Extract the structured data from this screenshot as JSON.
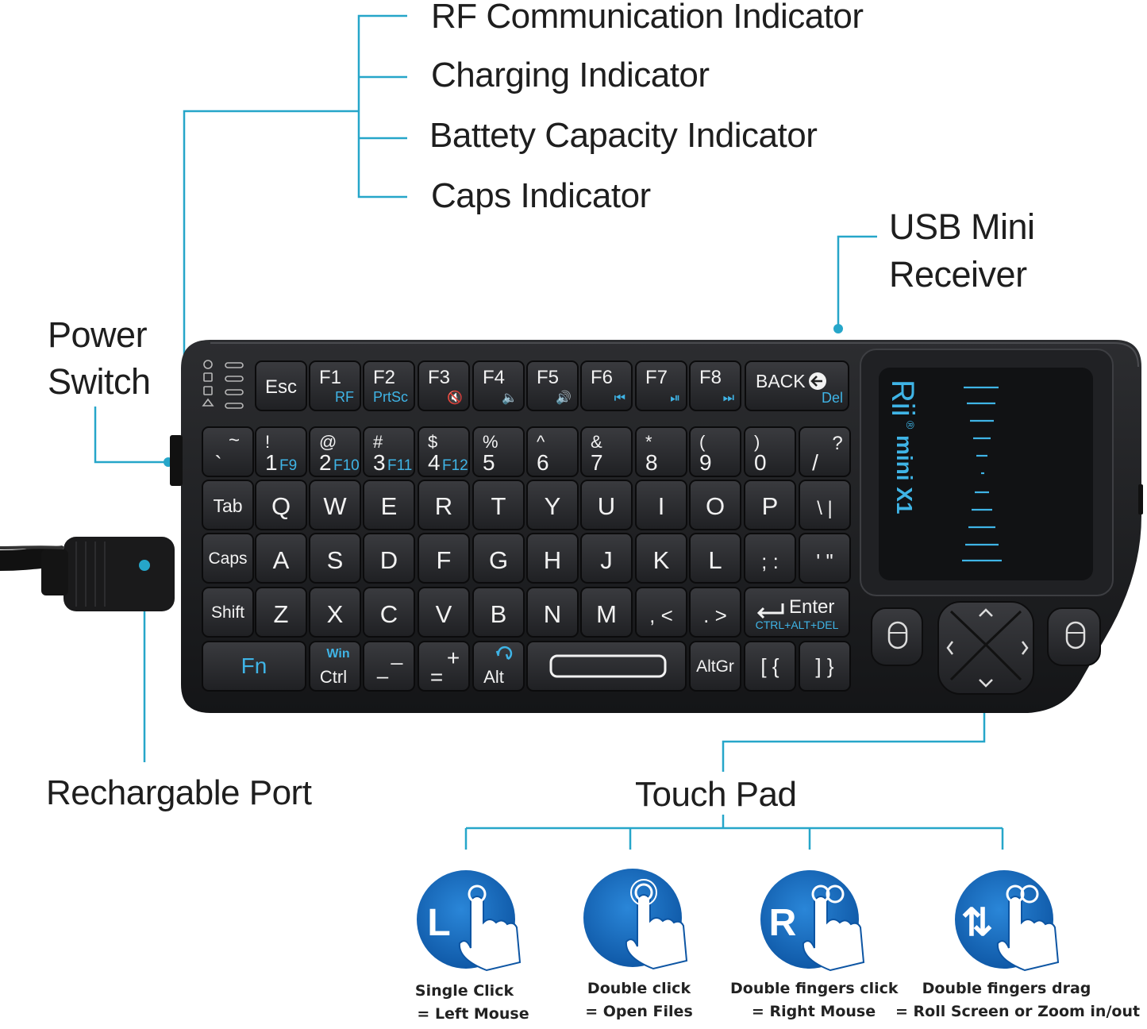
{
  "callouts": {
    "rf": "RF Communication Indicator",
    "charging": "Charging Indicator",
    "battery": "Battety Capacity Indicator",
    "caps": "Caps Indicator",
    "usb_line1": "USB Mini",
    "usb_line2": "Receiver",
    "power_line1": "Power",
    "power_line2": "Switch",
    "port": "Rechargable Port",
    "touchpad": "Touch Pad"
  },
  "keyboard": {
    "brand": "Rii",
    "model": "mini X1",
    "registered": "®",
    "row_fn": [
      {
        "main": "Esc",
        "sub": ""
      },
      {
        "main": "F1",
        "sub": "RF"
      },
      {
        "main": "F2",
        "sub": "PrtSc"
      },
      {
        "main": "F3",
        "sub": "🔇"
      },
      {
        "main": "F4",
        "sub": "🔈"
      },
      {
        "main": "F5",
        "sub": "🔊"
      },
      {
        "main": "F6",
        "sub": "⏮"
      },
      {
        "main": "F7",
        "sub": "⏯"
      },
      {
        "main": "F8",
        "sub": "⏭"
      }
    ],
    "back": {
      "main": "BACK",
      "sub": "Del"
    },
    "row_num": [
      {
        "top": "~",
        "main": "`",
        "sub": ""
      },
      {
        "top": "!",
        "main": "1",
        "sub": "F9"
      },
      {
        "top": "@",
        "main": "2",
        "sub": "F10"
      },
      {
        "top": "#",
        "main": "3",
        "sub": "F11"
      },
      {
        "top": "$",
        "main": "4",
        "sub": "F12"
      },
      {
        "top": "%",
        "main": "5",
        "sub": ""
      },
      {
        "top": "^",
        "main": "6",
        "sub": ""
      },
      {
        "top": "&",
        "main": "7",
        "sub": ""
      },
      {
        "top": "*",
        "main": "8",
        "sub": ""
      },
      {
        "top": "(",
        "main": "9",
        "sub": ""
      },
      {
        "top": ")",
        "main": "0",
        "sub": ""
      },
      {
        "top": "?",
        "main": "/",
        "sub": ""
      }
    ],
    "row_q": [
      "Tab",
      "Q",
      "W",
      "E",
      "R",
      "T",
      "Y",
      "U",
      "I",
      "O",
      "P",
      "\\ |"
    ],
    "row_a": [
      "Caps",
      "A",
      "S",
      "D",
      "F",
      "G",
      "H",
      "J",
      "K",
      "L",
      "; :",
      "' \""
    ],
    "row_z": [
      "Shift",
      "Z",
      "X",
      "C",
      "V",
      "B",
      "N",
      "M",
      ", <",
      ". >"
    ],
    "enter": {
      "main": "Enter",
      "sub": "CTRL+ALT+DEL"
    },
    "row_bottom": {
      "fn": "Fn",
      "win": "Win",
      "ctrl": "Ctrl",
      "minus": "–",
      "minus_top": "_",
      "equal": "=",
      "equal_top": "+",
      "alt": "Alt",
      "altgr": "AltGr",
      "lbracket": "[ {",
      "rbracket": "] }"
    }
  },
  "gestures": [
    {
      "letter": "L",
      "line1": "Single Click",
      "line2": "= Left  Mouse"
    },
    {
      "letter": "",
      "line1": "Double click",
      "line2": "= Open Files"
    },
    {
      "letter": "R",
      "line1": "Double fingers click",
      "line2": "= Right Mouse"
    },
    {
      "letter": "⇅",
      "line1": "Double fingers drag",
      "line2": "= Roll Screen or Zoom in/out"
    }
  ],
  "colors": {
    "accent_line": "#26a6c9",
    "keyboard_body": "#1d1e20",
    "key_face": "#2a2b2e",
    "key_legend": "#f2f2f2",
    "key_fn_legend": "#3fb4e6",
    "gesture_blue": "#1467b8"
  }
}
